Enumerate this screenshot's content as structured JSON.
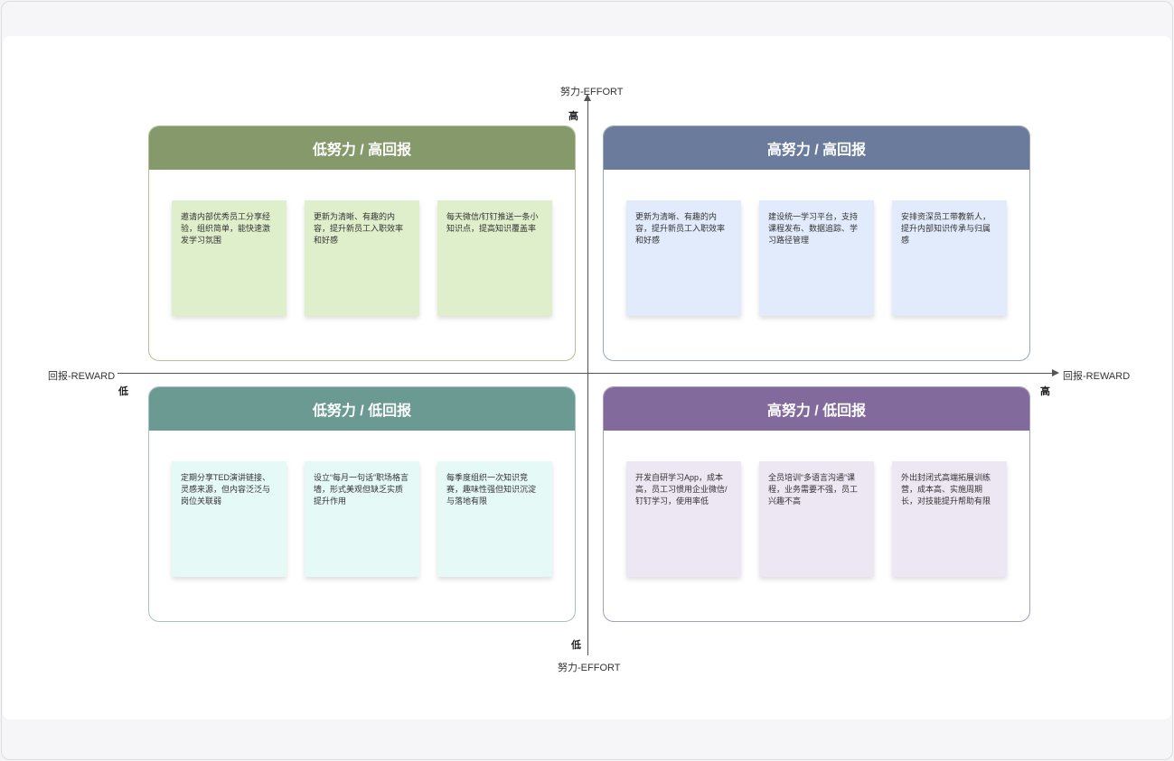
{
  "axes": {
    "x_label_left": "回报-REWARD",
    "x_label_right": "回报-REWARD",
    "x_low": "低",
    "x_high": "高",
    "y_label_top": "努力-EFFORT",
    "y_label_bottom": "努力-EFFORT",
    "y_high": "高",
    "y_low": "低"
  },
  "quadrants": [
    {
      "title": "低努力 / 高回报",
      "header_color": "#86996a",
      "border_color": "#b6c09a",
      "note_color": "#e0efcb",
      "notes": [
        "邀请内部优秀员工分享经验，组织简单，能快速激发学习氛围",
        "更新为清晰、有趣的内容，提升新员工入职效率和好感",
        "每天微信/钉钉推送一条小知识点，提高知识覆盖率"
      ]
    },
    {
      "title": "高努力 / 高回报",
      "header_color": "#6a7b9b",
      "border_color": "#9aa6bd",
      "note_color": "#e2ebfb",
      "notes": [
        "更新为清晰、有趣的内容，提升新员工入职效率和好感",
        "建设统一学习平台，支持课程发布、数据追踪、学习路径管理",
        "安排资深员工带教新人，提升内部知识传承与归属感"
      ]
    },
    {
      "title": "低努力 / 低回报",
      "header_color": "#6a9a92",
      "border_color": "#a6c3bd",
      "note_color": "#e5f9f7",
      "notes": [
        "定期分享TED演讲链接、灵感来源，但内容泛泛与岗位关联弱",
        "设立“每月一句话”职场格言墙，形式美观但缺乏实质提升作用",
        "每季度组织一次知识竞赛，趣味性强但知识沉淀与落地有限"
      ]
    },
    {
      "title": "高努力 / 低回报",
      "header_color": "#826b9c",
      "border_color": "#aa9cbf",
      "note_color": "#ede6f3",
      "notes": [
        "开发自研学习App，成本高，员工习惯用企业微信/钉钉学习，使用率低",
        "全员培训“多语言沟通”课程，业务需要不强，员工兴趣不高",
        "外出封闭式高端拓展训练营，成本高、实施周期长，对技能提升帮助有限"
      ]
    }
  ]
}
